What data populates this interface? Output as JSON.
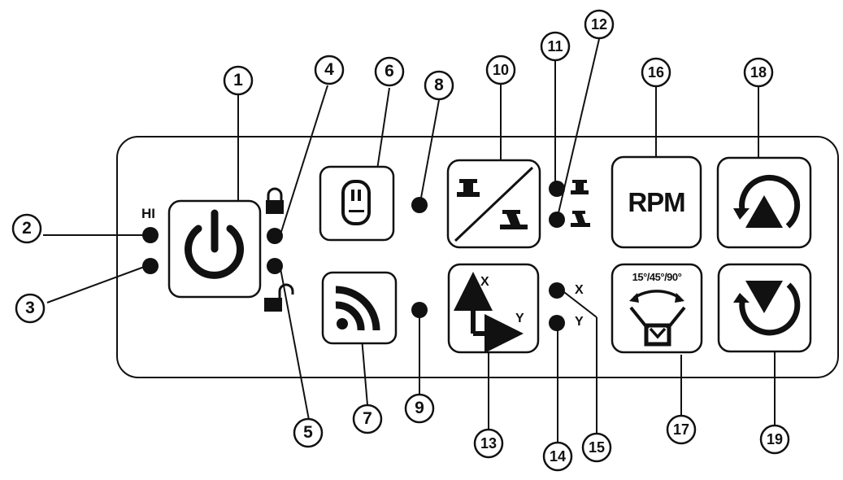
{
  "panel": {
    "hi_label": "HI",
    "rpm_label": "RPM",
    "angles_label": "15°/45°/90°",
    "axis_x_label": "X",
    "axis_y_label": "Y",
    "led_x_label": "X",
    "led_y_label": "Y"
  },
  "callouts": [
    "1",
    "2",
    "3",
    "4",
    "5",
    "6",
    "7",
    "8",
    "9",
    "10",
    "11",
    "12",
    "13",
    "14",
    "15",
    "16",
    "17",
    "18",
    "19"
  ]
}
